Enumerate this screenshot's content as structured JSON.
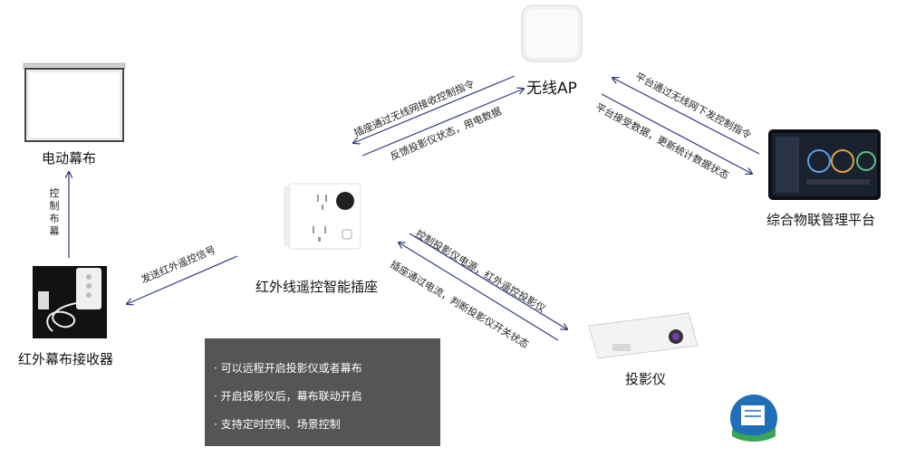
{
  "nodes": {
    "screen": "电动幕布",
    "receiver": "红外幕布接收器",
    "socket": "红外线遥控智能插座",
    "ap": "无线AP",
    "platform": "综合物联管理平台",
    "projector": "投影仪"
  },
  "edges": {
    "receiver_to_screen": "控制布幕",
    "socket_to_receiver": "发送红外遥控信号",
    "ap_to_socket": "插座通过无线网接收控制指令",
    "socket_to_ap": "反馈投影仪状态，用电数据",
    "ap_platform_cmd": "平台通过无线网下发控制指令",
    "ap_platform_data": "平台接受数据，更新统计数据状态",
    "socket_projector_power": "控制投影仪电源，红外遥控投影仪",
    "socket_projector_detect": "插座通过电流，判断投影仪开关状态"
  },
  "info": [
    "· 可以远程开启投影仪或者幕布",
    "· 开启投影仪后，幕布联动开启",
    "· 支持定时控制、场景控制"
  ],
  "colors": {
    "arrow": "#2e3a78",
    "box": "#555555",
    "logo_blue": "#1e6fb8",
    "logo_green": "#3aa655"
  }
}
